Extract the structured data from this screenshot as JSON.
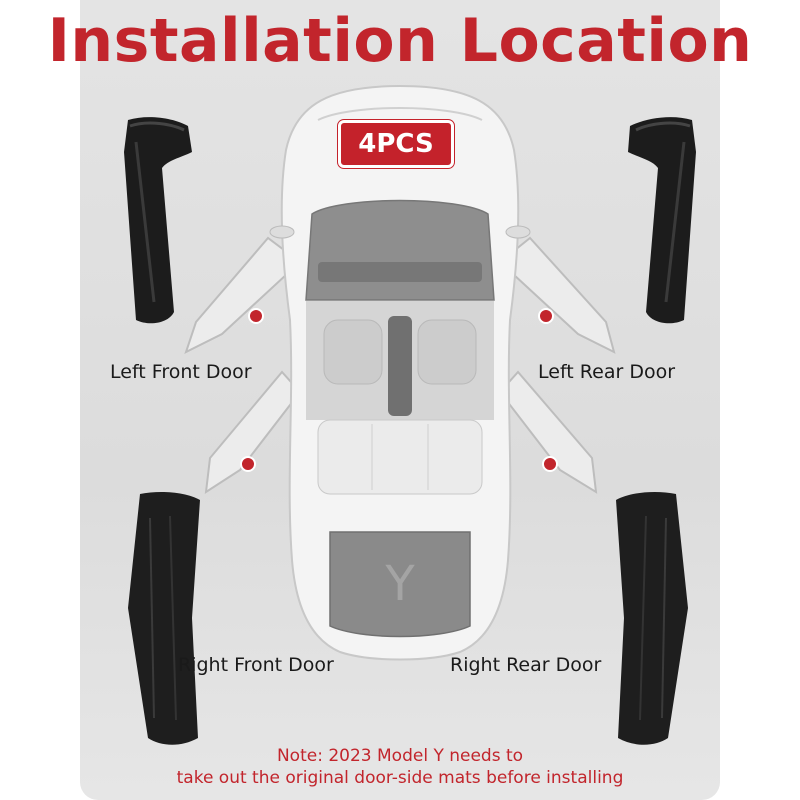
{
  "title": "Installation Location",
  "badge": "4PCS",
  "labels": {
    "left_front": "Left Front Door",
    "left_rear": "Left Rear Door",
    "right_front": "Right Front Door",
    "right_rear": "Right Rear Door"
  },
  "car_emblem": "Y",
  "note": {
    "line1": "Note: 2023 Model Y needs to",
    "line2": "take out the original door-side mats before installing"
  },
  "colors": {
    "accent": "#c2252c",
    "background": "#dedede",
    "mat": "#1c1c1c",
    "car_body": "#f2f2f2"
  }
}
